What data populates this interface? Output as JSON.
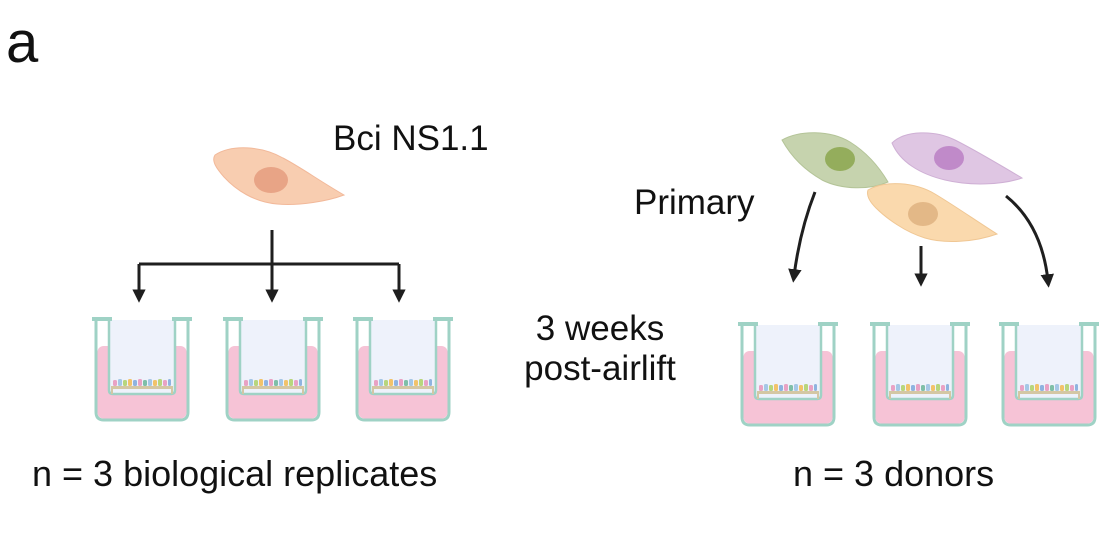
{
  "panel_label": "a",
  "left": {
    "cell_line_label": "Bci NS1.1",
    "caption": "n = 3 biological replicates"
  },
  "right": {
    "source_label": "Primary",
    "caption": "n = 3 donors"
  },
  "center": {
    "timepoint_line1": "3 weeks",
    "timepoint_line2": "post-airlift"
  },
  "colors": {
    "bci_cell": "#f8cdb0",
    "bci_nucleus": "#e8a486",
    "donor_green": "#c6d3ae",
    "donor_green_nucleus": "#94ad5c",
    "donor_purple": "#dfc6e3",
    "donor_purple_nucleus": "#c08ac9",
    "donor_orange": "#fad9ad",
    "donor_orange_nucleus": "#e3b887",
    "medium_pink": "#f6c3d6",
    "insert_wall": "#9fd2c5",
    "arrow": "#1f1f1f"
  }
}
